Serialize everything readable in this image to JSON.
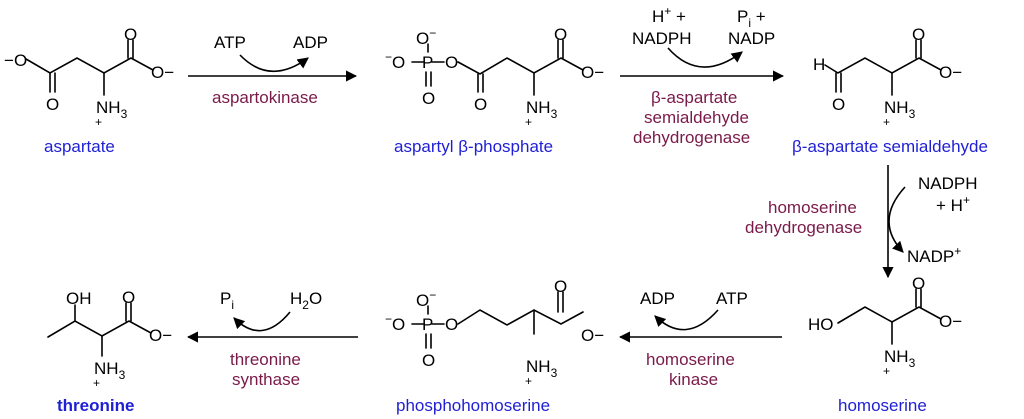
{
  "colors": {
    "compound": "#1f1fd6",
    "enzyme": "#7a1a4a",
    "structure": "#000000"
  },
  "compounds": {
    "aspartate": "aspartate",
    "aspartyl_phosphate": "aspartyl β-phosphate",
    "semialdehyde": "β-aspartate semialdehyde",
    "homoserine": "homoserine",
    "phosphohomoserine": "phosphohomoserine",
    "threonine": "threonine"
  },
  "enzymes": {
    "aspartokinase": "aspartokinase",
    "dehydrogenase": [
      "β-aspartate",
      "semialdehyde",
      "dehydrogenase"
    ],
    "homoserine_dh": [
      "homoserine",
      "dehydrogenase"
    ],
    "homoserine_kinase": [
      "homoserine",
      "kinase"
    ],
    "threonine_synthase": [
      "threonine",
      "synthase"
    ]
  },
  "cofactors": {
    "step1_in": "ATP",
    "step1_out": "ADP",
    "step2_in_a": "H",
    "step2_in_a_sup": "+",
    "step2_in_a_tail": " +",
    "step2_in_b": "NADPH",
    "step2_out_a": "P",
    "step2_out_a_sub": "i",
    "step2_out_a_tail": " +",
    "step2_out_b": "NADP",
    "step3_in_a": "NADPH",
    "step3_in_b": "+ H",
    "step3_in_b_sup": "+",
    "step3_out": "NADP",
    "step3_out_sup": "+",
    "step4_in": "ATP",
    "step4_out": "ADP",
    "step5_out": "P",
    "step5_out_sub": "i",
    "step5_in": "H",
    "step5_in_sub": "2",
    "step5_in_tail": "O"
  },
  "atoms": {
    "O": "O",
    "minus": "−",
    "plus": "+",
    "N": "NH",
    "sub3": "3",
    "P": "P",
    "H": "H",
    "HO": "HO",
    "OH": "OH"
  }
}
